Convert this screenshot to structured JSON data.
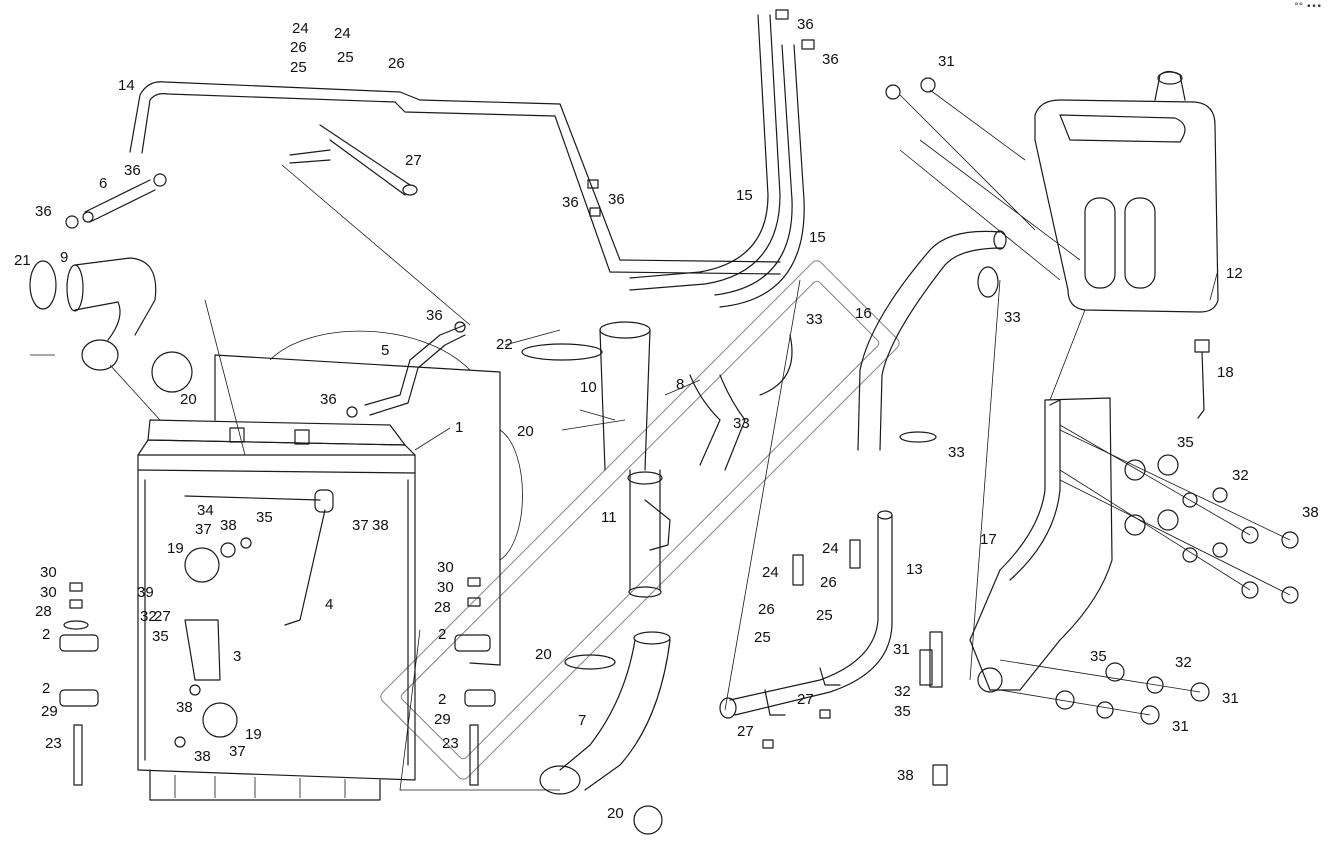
{
  "corner_mark": "°° •••",
  "callouts": [
    {
      "id": "c1",
      "text": "24"
    },
    {
      "id": "c2",
      "text": "24"
    },
    {
      "id": "c3",
      "text": "26"
    },
    {
      "id": "c4",
      "text": "25"
    },
    {
      "id": "c5",
      "text": "25"
    },
    {
      "id": "c6",
      "text": "26"
    },
    {
      "id": "c7",
      "text": "14"
    },
    {
      "id": "c8",
      "text": "27"
    },
    {
      "id": "c9",
      "text": "36"
    },
    {
      "id": "c10",
      "text": "6"
    },
    {
      "id": "c11",
      "text": "36"
    },
    {
      "id": "c12",
      "text": "21"
    },
    {
      "id": "c13",
      "text": "9"
    },
    {
      "id": "c14",
      "text": "20"
    },
    {
      "id": "c15",
      "text": "36"
    },
    {
      "id": "c16",
      "text": "5"
    },
    {
      "id": "c17",
      "text": "36"
    },
    {
      "id": "c18",
      "text": "1"
    },
    {
      "id": "c19",
      "text": "22"
    },
    {
      "id": "c20",
      "text": "10"
    },
    {
      "id": "c21",
      "text": "8"
    },
    {
      "id": "c22",
      "text": "20"
    },
    {
      "id": "c23",
      "text": "33"
    },
    {
      "id": "c24",
      "text": "11"
    },
    {
      "id": "c25",
      "text": "36"
    },
    {
      "id": "c26",
      "text": "36"
    },
    {
      "id": "c27",
      "text": "36"
    },
    {
      "id": "c28",
      "text": "36"
    },
    {
      "id": "c29",
      "text": "15"
    },
    {
      "id": "c30",
      "text": "15"
    },
    {
      "id": "c31",
      "text": "33"
    },
    {
      "id": "c32",
      "text": "16"
    },
    {
      "id": "c33",
      "text": "33"
    },
    {
      "id": "c34",
      "text": "33"
    },
    {
      "id": "c35",
      "text": "31"
    },
    {
      "id": "c36",
      "text": "12"
    },
    {
      "id": "c37",
      "text": "18"
    },
    {
      "id": "c38",
      "text": "35"
    },
    {
      "id": "c39",
      "text": "32"
    },
    {
      "id": "c40",
      "text": "38"
    },
    {
      "id": "c41",
      "text": "17"
    },
    {
      "id": "c42",
      "text": "13"
    },
    {
      "id": "c43",
      "text": "24"
    },
    {
      "id": "c44",
      "text": "24"
    },
    {
      "id": "c45",
      "text": "26"
    },
    {
      "id": "c46",
      "text": "26"
    },
    {
      "id": "c47",
      "text": "25"
    },
    {
      "id": "c48",
      "text": "25"
    },
    {
      "id": "c49",
      "text": "27"
    },
    {
      "id": "c50",
      "text": "27"
    },
    {
      "id": "c51",
      "text": "34"
    },
    {
      "id": "c52",
      "text": "35"
    },
    {
      "id": "c53",
      "text": "37"
    },
    {
      "id": "c54",
      "text": "38"
    },
    {
      "id": "c55",
      "text": "37"
    },
    {
      "id": "c56",
      "text": "38"
    },
    {
      "id": "c57",
      "text": "19"
    },
    {
      "id": "c58",
      "text": "4"
    },
    {
      "id": "c59",
      "text": "30"
    },
    {
      "id": "c60",
      "text": "30"
    },
    {
      "id": "c61",
      "text": "28"
    },
    {
      "id": "c62",
      "text": "2"
    },
    {
      "id": "c63",
      "text": "39"
    },
    {
      "id": "c64",
      "text": "32"
    },
    {
      "id": "c65",
      "text": "27"
    },
    {
      "id": "c66",
      "text": "35"
    },
    {
      "id": "c67",
      "text": "3"
    },
    {
      "id": "c68",
      "text": "2"
    },
    {
      "id": "c69",
      "text": "29"
    },
    {
      "id": "c70",
      "text": "23"
    },
    {
      "id": "c71",
      "text": "38"
    },
    {
      "id": "c72",
      "text": "19"
    },
    {
      "id": "c73",
      "text": "38"
    },
    {
      "id": "c74",
      "text": "37"
    },
    {
      "id": "c75",
      "text": "30"
    },
    {
      "id": "c76",
      "text": "30"
    },
    {
      "id": "c77",
      "text": "28"
    },
    {
      "id": "c78",
      "text": "2"
    },
    {
      "id": "c79",
      "text": "2"
    },
    {
      "id": "c80",
      "text": "29"
    },
    {
      "id": "c81",
      "text": "23"
    },
    {
      "id": "c82",
      "text": "20"
    },
    {
      "id": "c83",
      "text": "7"
    },
    {
      "id": "c84",
      "text": "20"
    },
    {
      "id": "c85",
      "text": "31"
    },
    {
      "id": "c86",
      "text": "32"
    },
    {
      "id": "c87",
      "text": "35"
    },
    {
      "id": "c88",
      "text": "35"
    },
    {
      "id": "c89",
      "text": "32"
    },
    {
      "id": "c90",
      "text": "31"
    },
    {
      "id": "c91",
      "text": "31"
    },
    {
      "id": "c92",
      "text": "38"
    }
  ]
}
